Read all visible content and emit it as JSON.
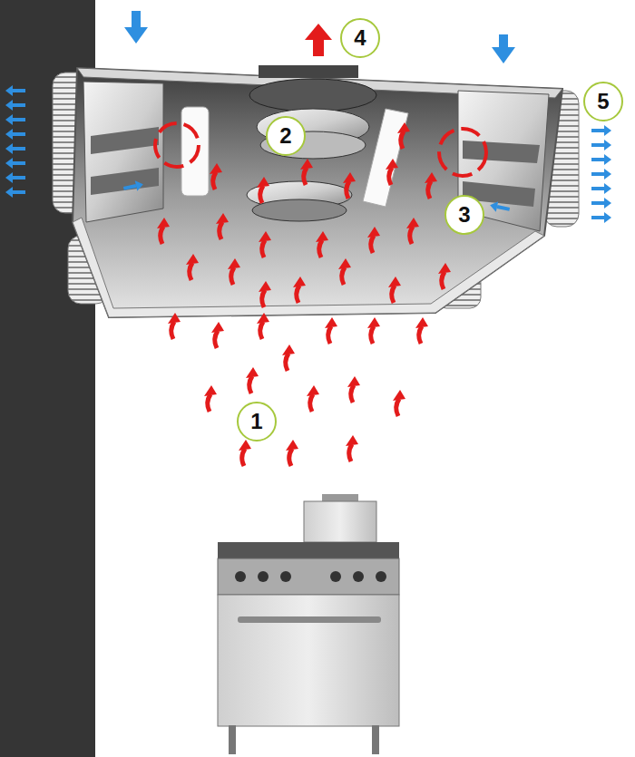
{
  "diagram": {
    "labels": [
      "4",
      "5",
      "2",
      "3",
      "1"
    ]
  }
}
